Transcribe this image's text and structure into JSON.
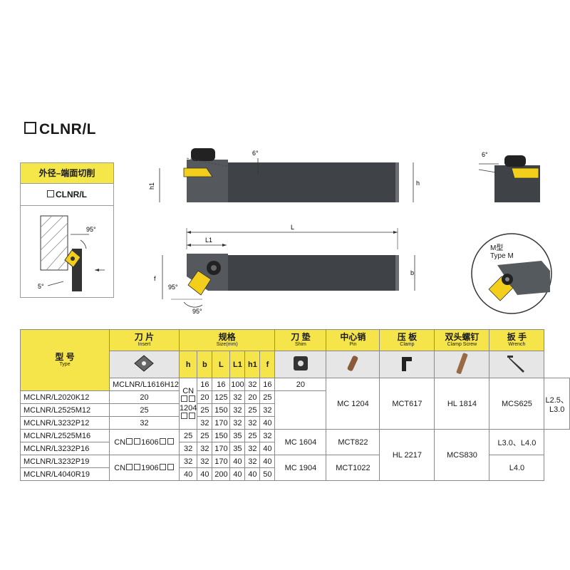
{
  "title": {
    "code": "CLNR/L"
  },
  "left_panel": {
    "heading": "外径–端面切削",
    "code": "CLNR/L",
    "angles": {
      "top": "95°",
      "bottom": "5°"
    }
  },
  "drawings": {
    "side_view": {
      "angle": "6°",
      "h1": "h1",
      "h": "h"
    },
    "end_view": {
      "angle": "6°"
    },
    "top_view": {
      "L": "L",
      "L1": "L1",
      "f": "f",
      "b": "b",
      "angle_a": "95°",
      "angle_b": "95°"
    },
    "detail": {
      "line1": "M型",
      "line2": "Type M"
    }
  },
  "table": {
    "headers": {
      "type": {
        "cn": "型 号",
        "en": "Type"
      },
      "insert": {
        "cn": "刀 片",
        "en": "Insert"
      },
      "size": {
        "cn": "规格",
        "en": "Size(mm)"
      },
      "shim": {
        "cn": "刀 垫",
        "en": "Shim"
      },
      "pin": {
        "cn": "中心销",
        "en": "Pin"
      },
      "clamp": {
        "cn": "压 板",
        "en": "Clamp"
      },
      "screw": {
        "cn": "双头螺钉",
        "en": "Clamp Screw"
      },
      "wrench": {
        "cn": "扳 手",
        "en": "Wrench"
      }
    },
    "dims": [
      "h",
      "b",
      "L",
      "L1",
      "h1",
      "f"
    ],
    "rows": [
      {
        "model": "MCLNR/L1616H12",
        "d": [
          "16",
          "16",
          "100",
          "32",
          "16",
          "20"
        ]
      },
      {
        "model": "MCLNR/L2020K12",
        "d": [
          "20",
          "20",
          "125",
          "32",
          "20",
          "25"
        ]
      },
      {
        "model": "MCLNR/L2525M12",
        "d": [
          "25",
          "25",
          "150",
          "32",
          "25",
          "32"
        ]
      },
      {
        "model": "MCLNR/L3232P12",
        "d": [
          "32",
          "32",
          "170",
          "32",
          "32",
          "40"
        ]
      },
      {
        "model": "MCLNR/L2525M16",
        "d": [
          "25",
          "25",
          "150",
          "35",
          "25",
          "32"
        ]
      },
      {
        "model": "MCLNR/L3232P16",
        "d": [
          "32",
          "32",
          "170",
          "35",
          "32",
          "40"
        ]
      },
      {
        "model": "MCLNR/L3232P19",
        "d": [
          "32",
          "32",
          "170",
          "40",
          "32",
          "40"
        ]
      },
      {
        "model": "MCLNR/L4040R19",
        "d": [
          "40",
          "40",
          "200",
          "40",
          "40",
          "50"
        ]
      }
    ],
    "inserts": [
      {
        "pre": "CN",
        "post": "1204"
      },
      {
        "pre": "CN",
        "post": "1606"
      },
      {
        "pre": "CN",
        "post": "1906"
      }
    ],
    "shims": [
      "MC 1204",
      "MC 1604",
      "MC 1904"
    ],
    "pins": [
      "MCT617",
      "MCT822",
      "MCT1022"
    ],
    "clamps": [
      "HL 1814",
      "HL 2217"
    ],
    "screws": [
      "MCS625",
      "MCS830"
    ],
    "wrenches": [
      "L2.5、L3.0",
      "L3.0、L4.0",
      "L4.0"
    ]
  }
}
